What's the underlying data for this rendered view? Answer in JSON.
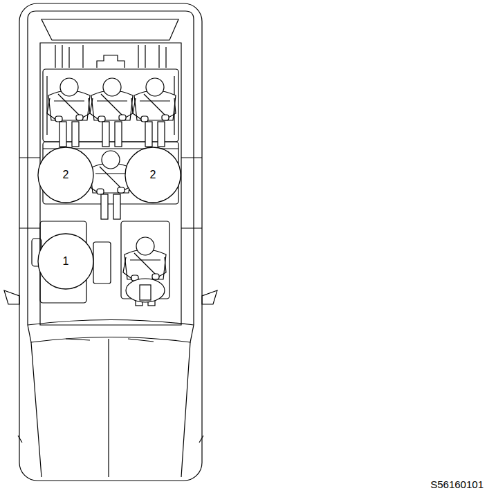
{
  "diagram": {
    "nodes": [
      {
        "text": [
          "2"
        ]
      },
      {
        "text": [
          "2"
        ]
      },
      {
        "text": [
          "1"
        ]
      }
    ],
    "labels": [
      "S56160101"
    ]
  }
}
